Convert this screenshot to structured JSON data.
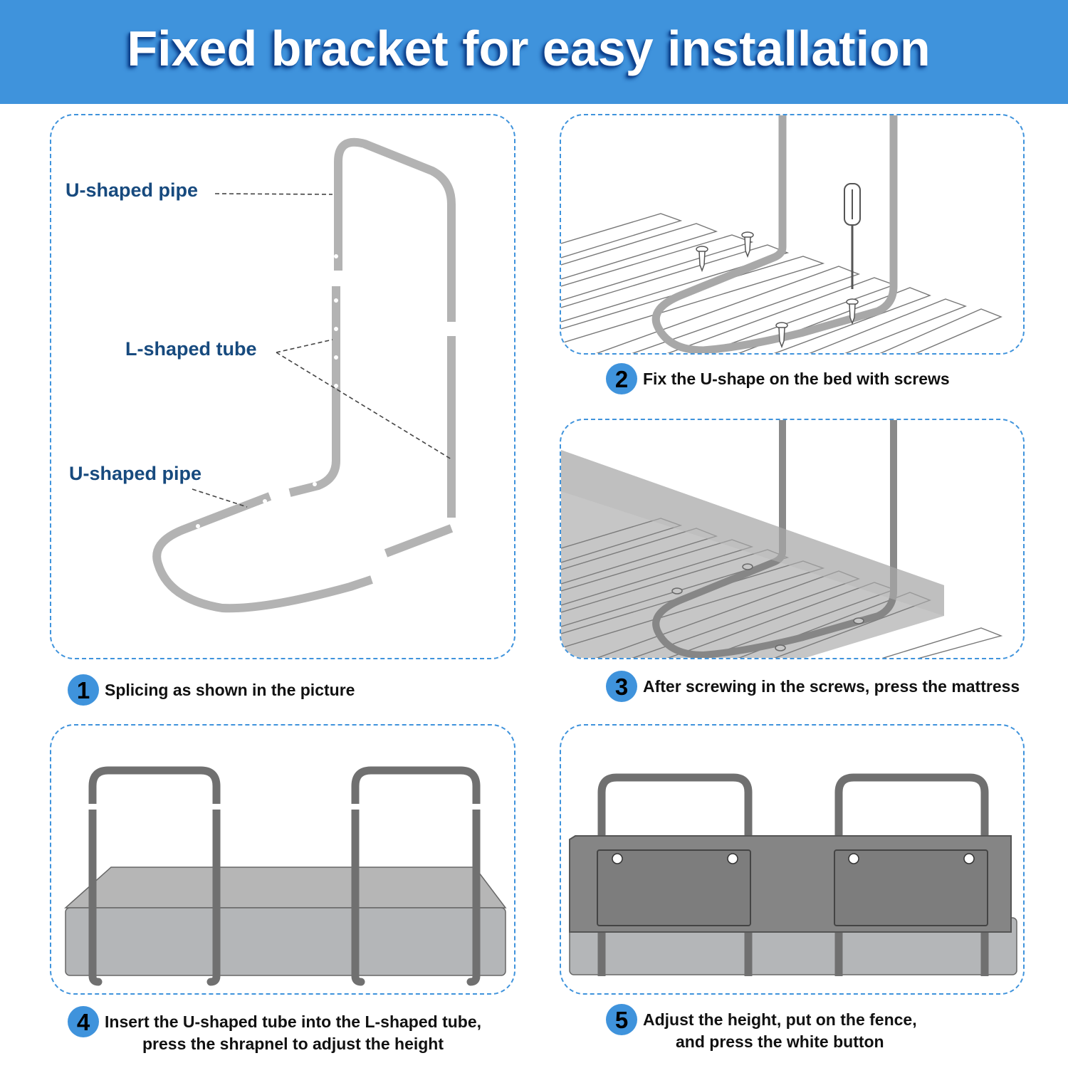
{
  "colors": {
    "banner": "#3f93dc",
    "accent": "#3f93dc",
    "label": "#174a7e"
  },
  "title": "Fixed bracket for easy installation",
  "panel1": {
    "labels": {
      "u_pipe_top": "U-shaped pipe",
      "l_tube": "L-shaped tube",
      "u_pipe_bottom": "U-shaped pipe"
    }
  },
  "steps": [
    {
      "number": "1",
      "lines": [
        "Splicing as shown in the picture"
      ]
    },
    {
      "number": "2",
      "lines": [
        "Fix the U-shape on the bed with screws"
      ]
    },
    {
      "number": "3",
      "lines": [
        "After screwing in the screws, press the mattress"
      ]
    },
    {
      "number": "4",
      "lines": [
        "Insert the U-shaped tube into the L-shaped tube,",
        "press the shrapnel to adjust the height"
      ]
    },
    {
      "number": "5",
      "lines": [
        "Adjust the height, put on the fence,",
        "and press the white button"
      ]
    }
  ]
}
